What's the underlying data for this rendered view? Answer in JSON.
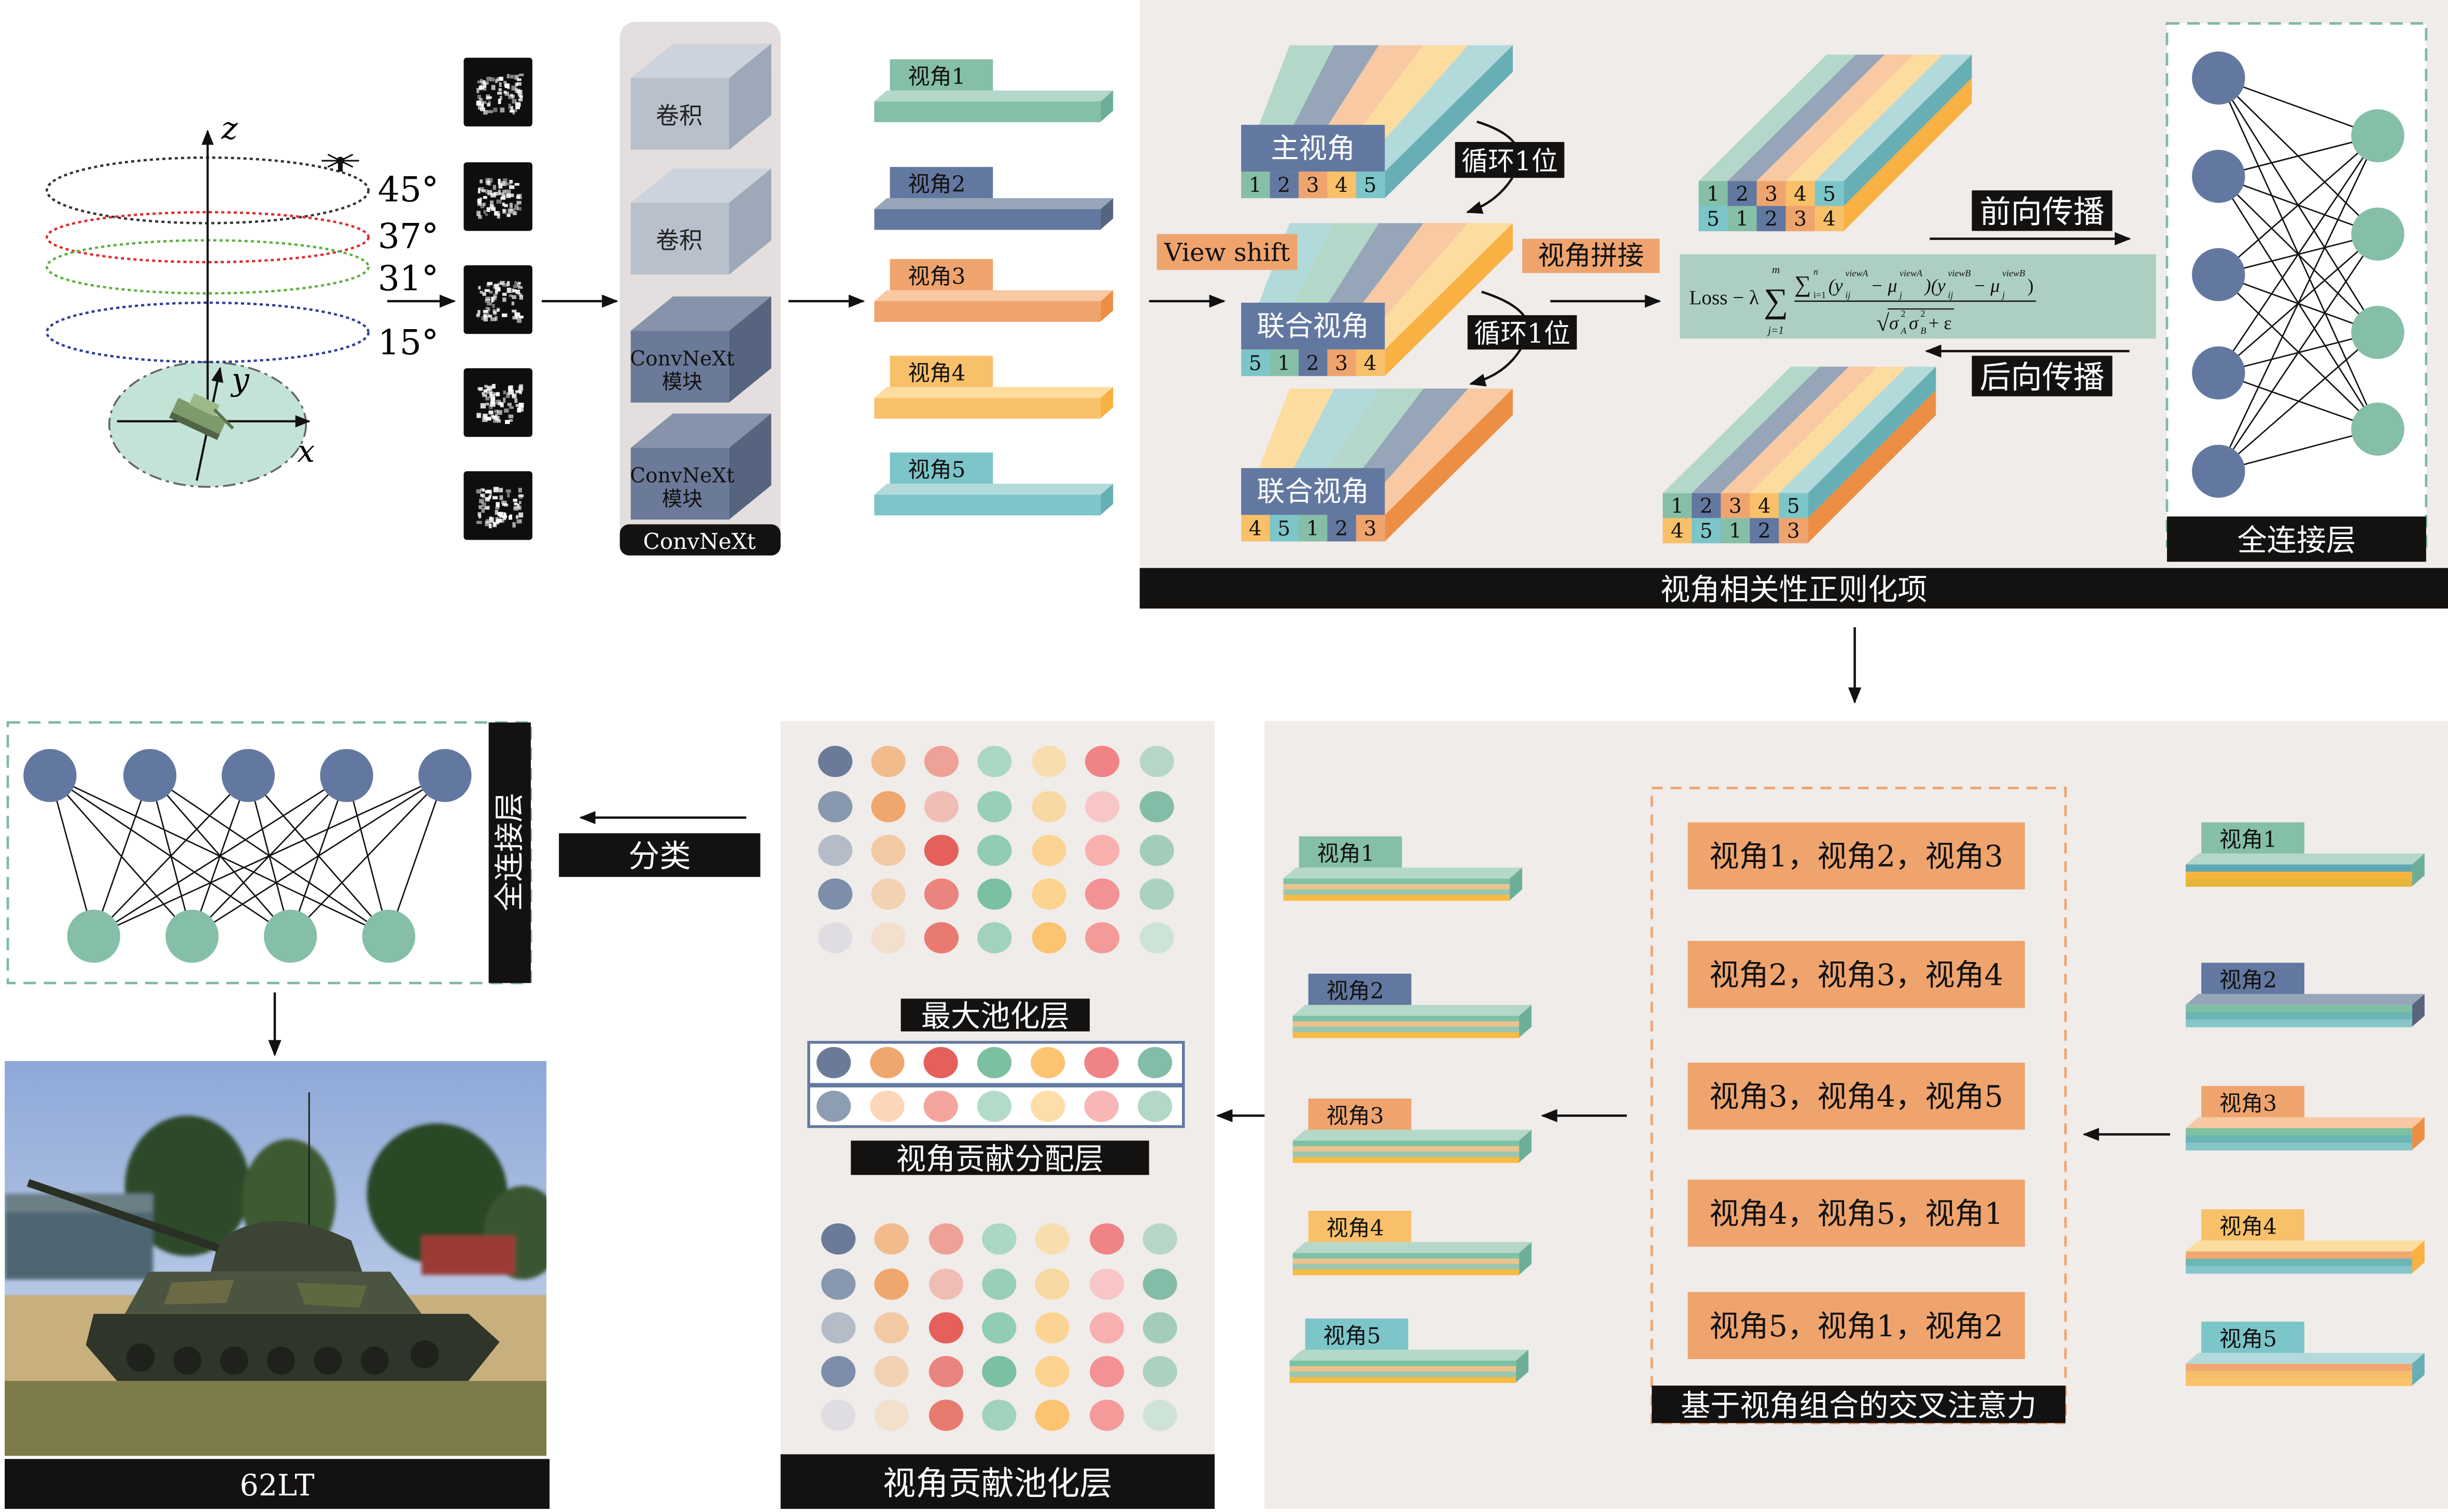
{
  "acquisition": {
    "axes": {
      "x": "x",
      "y": "y",
      "z": "z"
    },
    "angles": [
      "45°",
      "37°",
      "31°",
      "15°"
    ]
  },
  "convnext": {
    "blocks": [
      {
        "line1": "卷积",
        "line2": ""
      },
      {
        "line1": "卷积",
        "line2": ""
      },
      {
        "line1": "ConvNeXt",
        "line2": "模块"
      },
      {
        "line1": "ConvNeXt",
        "line2": "模块"
      }
    ],
    "label": "ConvNeXt"
  },
  "views": [
    "视角1",
    "视角2",
    "视角3",
    "视角4",
    "视角5"
  ],
  "view_shift": {
    "label": "View shift",
    "concat_label": "视角拼接",
    "shift_labels": [
      "循环1位",
      "循环1位"
    ],
    "block_labels": [
      "主视角",
      "联合视角",
      "联合视角"
    ],
    "orders": [
      [
        1,
        2,
        3,
        4,
        5
      ],
      [
        5,
        1,
        2,
        3,
        4
      ],
      [
        4,
        5,
        1,
        2,
        3
      ]
    ]
  },
  "regularization": {
    "title": "视角相关性正则化项",
    "forward": "前向传播",
    "backward": "后向传播",
    "stack_top": [
      [
        1,
        2,
        3,
        4,
        5
      ],
      [
        5,
        1,
        2,
        3,
        4
      ]
    ],
    "stack_bottom": [
      [
        1,
        2,
        3,
        4,
        5
      ],
      [
        4,
        5,
        1,
        2,
        3
      ]
    ],
    "formula": {
      "lhs": "Loss − λ",
      "sum": "∑",
      "sum_upper": "m",
      "sum_lower": "j=1",
      "inner_sum": "∑",
      "inner_upper": "n",
      "inner_lower": "i=1",
      "open_y": "(y",
      "viewA": "viewA",
      "viewB": "viewB",
      "ij": "ij",
      "j": "j",
      "minus_mu": "− μ",
      "mid_y": ")(y",
      "close": ")",
      "sqrt": "√",
      "sigma": "σ",
      "sq": "2",
      "A": "A",
      "B": "B",
      "eps": "+ ε"
    }
  },
  "fc": {
    "label": "全连接层"
  },
  "cross_attention": {
    "title": "基于视角组合的交叉注意力",
    "combos": [
      "视角1，视角2，视角3",
      "视角2，视角3，视角4",
      "视角3，视角4，视角5",
      "视角4，视角5，视角1",
      "视角5，视角1，视角2"
    ]
  },
  "pooling": {
    "title": "视角贡献池化层",
    "max_pool": "最大池化层",
    "allocation": "视角贡献分配层",
    "grid": [
      [
        "#6A7A98",
        "#F2BB8C",
        "#EEA196",
        "#ABD7C5",
        "#F8DDAE",
        "#F08385",
        "#B6D6C8"
      ],
      [
        "#8898AE",
        "#EFA76D",
        "#F0BDB5",
        "#97D0B7",
        "#F8D8A3",
        "#F8C6C6",
        "#84BDA7"
      ],
      [
        "#B4BCC8",
        "#F3C9A4",
        "#E5605A",
        "#90CDB3",
        "#FBD494",
        "#F8B0AF",
        "#A2CDB9"
      ],
      [
        "#7C8EAA",
        "#F3D1B3",
        "#EA847E",
        "#7AC0A1",
        "#FCD38F",
        "#F39295",
        "#ABD2C0"
      ],
      [
        "#DFDDE1",
        "#F2DFCC",
        "#E97A6F",
        "#A1D3BC",
        "#FCC371",
        "#F49B9A",
        "#CDE3D8"
      ]
    ],
    "allocation_rows": [
      [
        "#6A7A98",
        "#EFA76D",
        "#E5605A",
        "#7AC0A1",
        "#FCC371",
        "#F08385",
        "#84BDA7"
      ],
      [
        "#8D9EB2",
        "#FDD5B8",
        "#F5A69C",
        "#B2DCC9",
        "#FDDDA8",
        "#F8B6B6",
        "#B2D8C8"
      ]
    ]
  },
  "classify_label": "分类",
  "result_label": "62LT",
  "colors": {
    "view": [
      "#85BFA8",
      "#6378A0",
      "#EFA46E",
      "#F9C06A",
      "#7CC5C9"
    ],
    "view_top": [
      "#B3D8C9",
      "#97A5B8",
      "#F8C9A2",
      "#FDDCA0",
      "#B3DADA"
    ],
    "view_side": [
      "#6DAE98",
      "#56647F",
      "#EC8F45",
      "#F8B142",
      "#67AFB4"
    ],
    "panel": "#F0ECEA",
    "node_input": "#6378A0",
    "node_output": "#85BFA8",
    "combo": "#EFA46E"
  }
}
